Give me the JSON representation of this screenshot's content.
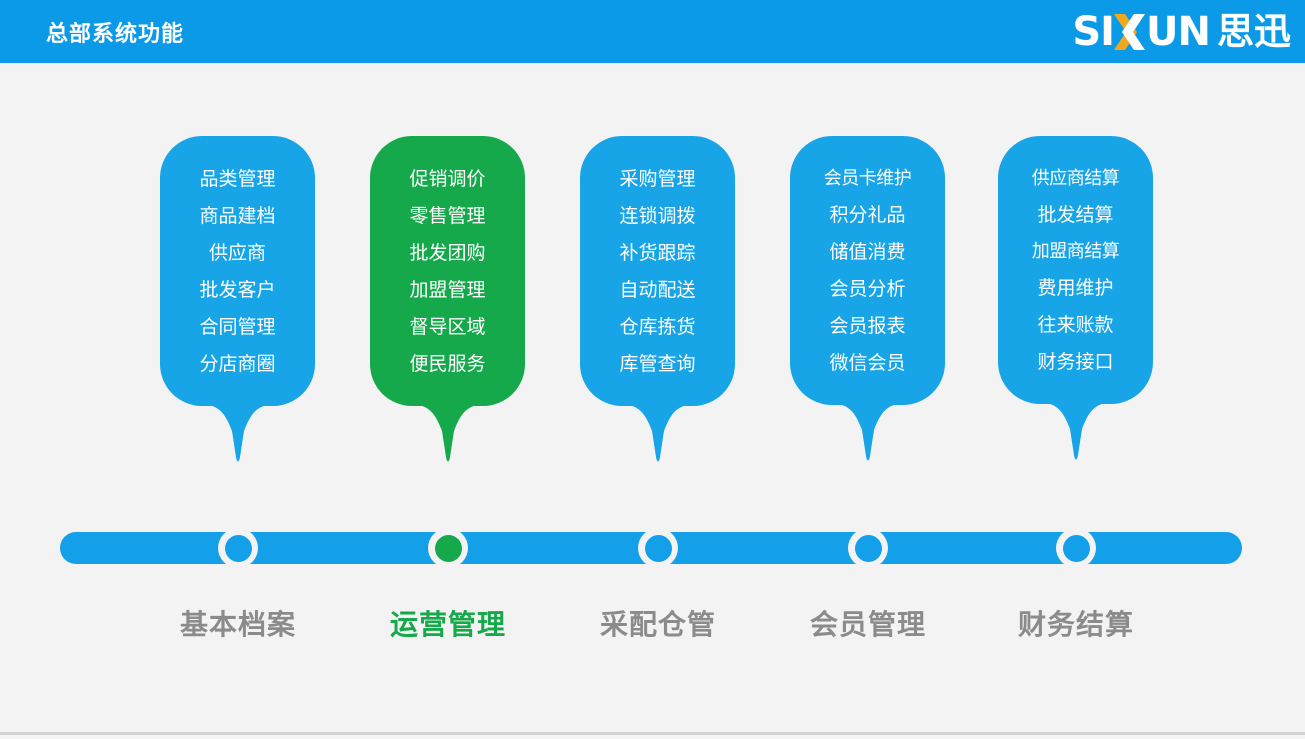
{
  "header": {
    "title": "总部系统功能",
    "background_color": "#0b9ae8",
    "logo": {
      "latin_before": "SI",
      "latin_x": "X",
      "latin_after": "UN",
      "chinese": "思迅",
      "x_accent_color": "#f0a81e",
      "text_color": "#ffffff"
    }
  },
  "theme": {
    "page_background": "#f3f3f3",
    "card_blue": "#18a5e8",
    "card_green": "#16a94b",
    "track_blue": "#13a0e8",
    "label_gray": "#8b8b8b",
    "label_active_green": "#16a94b"
  },
  "columns": [
    {
      "label": "基本档案",
      "active": false,
      "color": "#18a5e8",
      "items": [
        "品类管理",
        "商品建档",
        "供应商",
        "批发客户",
        "合同管理",
        "分店商圈"
      ]
    },
    {
      "label": "运营管理",
      "active": true,
      "color": "#16a94b",
      "items": [
        "促销调价",
        "零售管理",
        "批发团购",
        "加盟管理",
        "督导区域",
        "便民服务"
      ]
    },
    {
      "label": "采配仓管",
      "active": false,
      "color": "#18a5e8",
      "items": [
        "采购管理",
        "连锁调拨",
        "补货跟踪",
        "自动配送",
        "仓库拣货",
        "库管查询"
      ]
    },
    {
      "label": "会员管理",
      "active": false,
      "color": "#18a5e8",
      "items": [
        "会员卡维护",
        "积分礼品",
        "储值消费",
        "会员分析",
        "会员报表",
        "微信会员"
      ]
    },
    {
      "label": "财务结算",
      "active": false,
      "color": "#18a5e8",
      "items": [
        "供应商结算",
        "批发结算",
        "加盟商结算",
        "费用维护",
        "往来账款",
        "财务接口"
      ]
    }
  ]
}
